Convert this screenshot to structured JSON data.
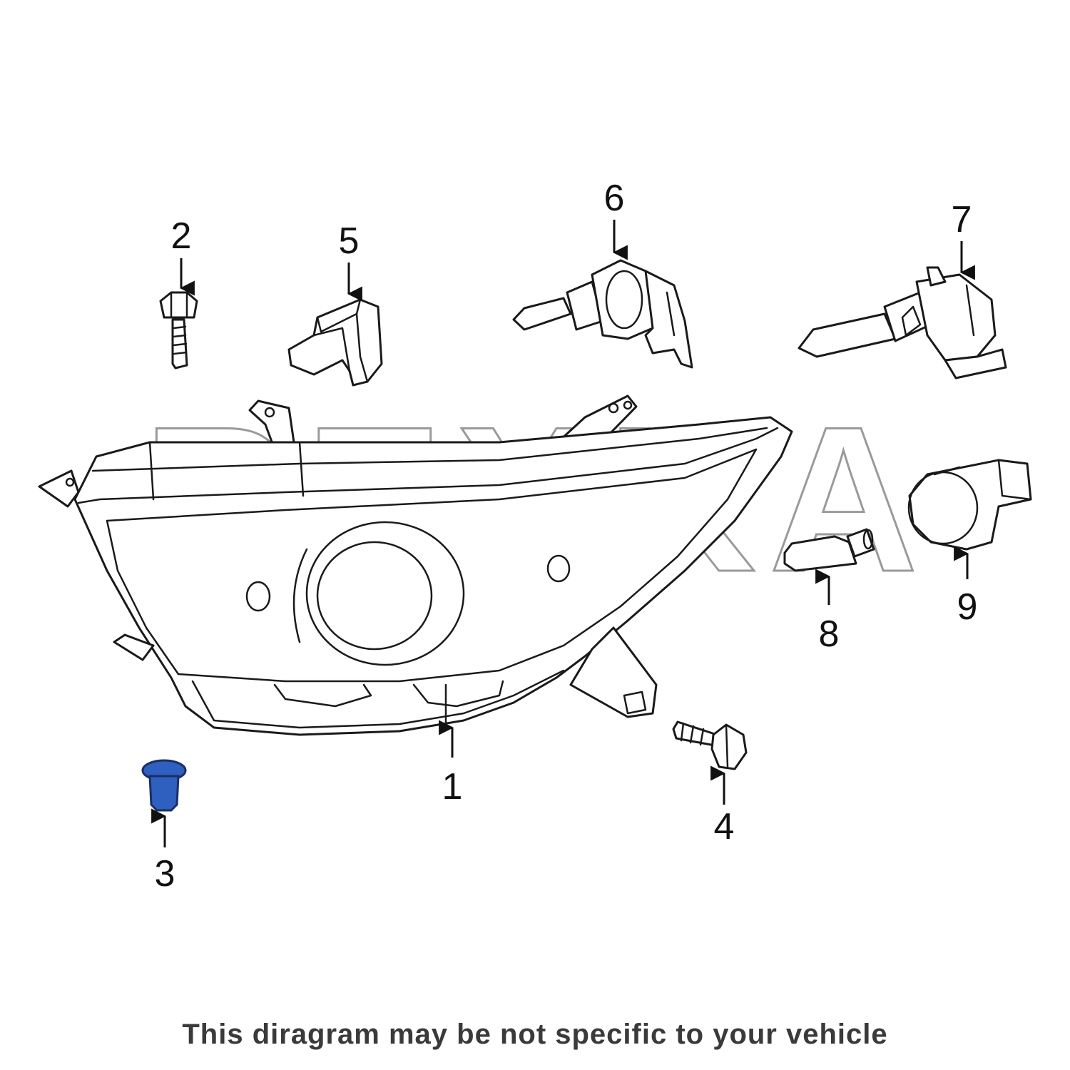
{
  "watermark": "REXKA",
  "callouts": [
    {
      "number": "1"
    },
    {
      "number": "2"
    },
    {
      "number": "3"
    },
    {
      "number": "4"
    },
    {
      "number": "5"
    },
    {
      "number": "6"
    },
    {
      "number": "7"
    },
    {
      "number": "8"
    },
    {
      "number": "9"
    }
  ],
  "highlight_color": "#2f5fbf",
  "disclaimer": "This diragram may be not specific to your vehicle"
}
